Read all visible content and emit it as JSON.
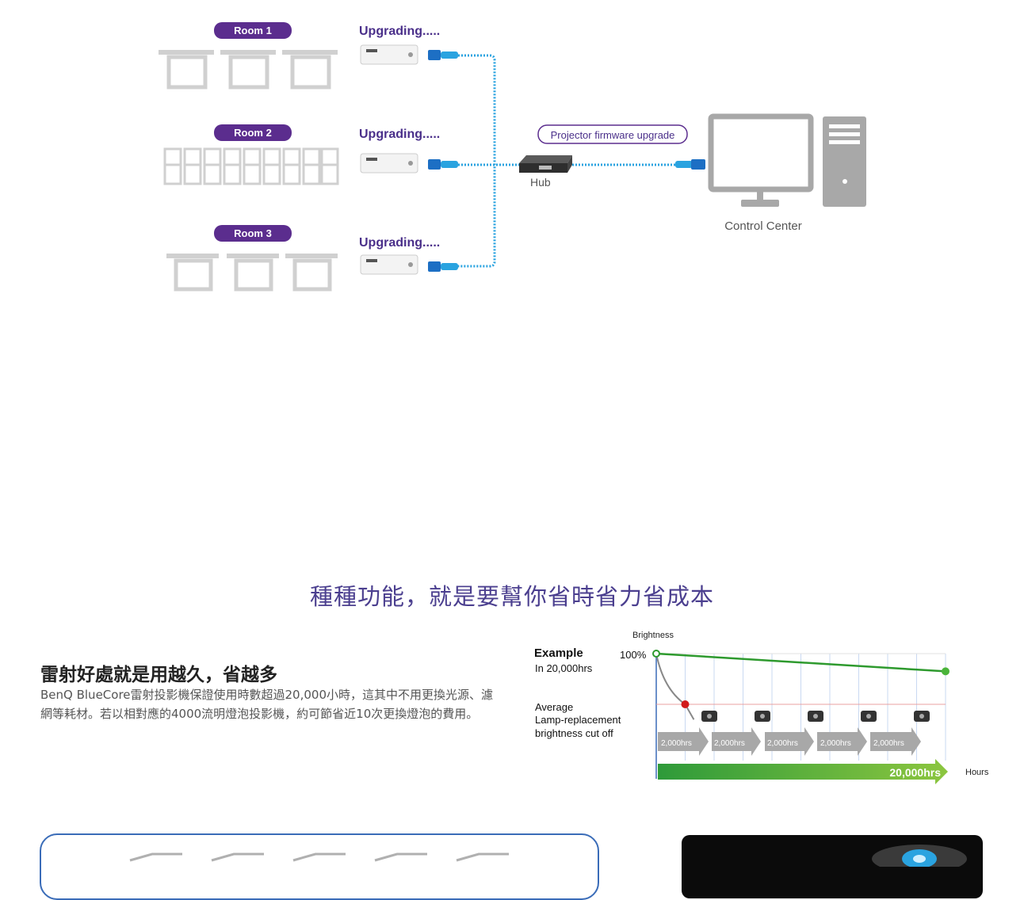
{
  "diagram": {
    "rooms": [
      {
        "label": "Room 1",
        "status": "Upgrading....."
      },
      {
        "label": "Room 2",
        "status": "Upgrading....."
      },
      {
        "label": "Room 3",
        "status": "Upgrading....."
      }
    ],
    "firmware_label": "Projector firmware upgrade",
    "hub_label": "Hub",
    "control_center_label": "Control Center",
    "colors": {
      "room_badge": "#5b2d8e",
      "status_text": "#4a2f8a",
      "cable": "#2aa3e0",
      "pc": "#a8a8a8"
    }
  },
  "section": {
    "title": "種種功能，就是要幫你省時省力省成本"
  },
  "laser": {
    "heading": "雷射好處就是用越久，省越多",
    "body": "BenQ BlueCore雷射投影機保證使用時數超過20,000小時，這其中不用更換光源、濾網等耗材。若以相對應的4000流明燈泡投影機，約可節省近10次更換燈泡的費用。"
  },
  "chart_data": {
    "type": "line",
    "ylabel": "Brightness",
    "xlabel": "Hours",
    "y_tick": "100%",
    "example_title": "Example",
    "example_sub": "In 20,000hrs",
    "cutoff_label": [
      "Average",
      "Lamp-replacement",
      "brightness cut off"
    ],
    "lamp_arrows": [
      "2,000hrs",
      "2,000hrs",
      "2,000hrs",
      "2,000hrs",
      "2,000hrs"
    ],
    "total_label": "20,000hrs",
    "series": [
      {
        "values": [
          [
            0,
            100
          ],
          [
            20000,
            93
          ]
        ],
        "color": "#2e9a2e"
      },
      {
        "values": [
          [
            0,
            100
          ],
          [
            2000,
            80
          ],
          [
            2600,
            74
          ]
        ],
        "color": "#888888"
      }
    ],
    "cutoff_brightness": 80,
    "xlim": [
      0,
      20000
    ],
    "ylim": [
      70,
      100
    ],
    "colors": {
      "arrow": "#a8a8a8",
      "total_arrow": "#4aab3c",
      "cutoff_line": "#e8a0a0",
      "cutoff_point": "#d11a1a"
    }
  }
}
